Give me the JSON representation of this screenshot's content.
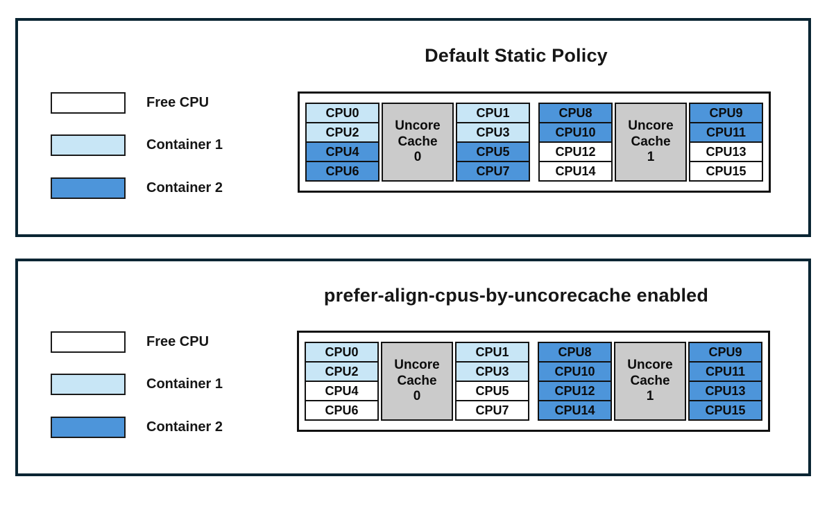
{
  "colors": {
    "free": "#FFFFFF",
    "container1": "#C8E6F6",
    "container2": "#4D95DA",
    "cache": "#CBCBCB",
    "panel_border": "#0A2533"
  },
  "legend": {
    "free": "Free CPU",
    "container1": "Container 1",
    "container2": "Container 2"
  },
  "panels": [
    {
      "title": "Default Static Policy",
      "groups": [
        {
          "cache_label": "Uncore\nCache\n0",
          "left": [
            {
              "label": "CPU0",
              "state": "container1"
            },
            {
              "label": "CPU2",
              "state": "container1"
            },
            {
              "label": "CPU4",
              "state": "container2"
            },
            {
              "label": "CPU6",
              "state": "container2"
            }
          ],
          "right": [
            {
              "label": "CPU1",
              "state": "container1"
            },
            {
              "label": "CPU3",
              "state": "container1"
            },
            {
              "label": "CPU5",
              "state": "container2"
            },
            {
              "label": "CPU7",
              "state": "container2"
            }
          ]
        },
        {
          "cache_label": "Uncore\nCache\n1",
          "left": [
            {
              "label": "CPU8",
              "state": "container2"
            },
            {
              "label": "CPU10",
              "state": "container2"
            },
            {
              "label": "CPU12",
              "state": "free"
            },
            {
              "label": "CPU14",
              "state": "free"
            }
          ],
          "right": [
            {
              "label": "CPU9",
              "state": "container2"
            },
            {
              "label": "CPU11",
              "state": "container2"
            },
            {
              "label": "CPU13",
              "state": "free"
            },
            {
              "label": "CPU15",
              "state": "free"
            }
          ]
        }
      ]
    },
    {
      "title": "prefer-align-cpus-by-uncorecache enabled",
      "groups": [
        {
          "cache_label": "Uncore\nCache\n0",
          "left": [
            {
              "label": "CPU0",
              "state": "container1"
            },
            {
              "label": "CPU2",
              "state": "container1"
            },
            {
              "label": "CPU4",
              "state": "free"
            },
            {
              "label": "CPU6",
              "state": "free"
            }
          ],
          "right": [
            {
              "label": "CPU1",
              "state": "container1"
            },
            {
              "label": "CPU3",
              "state": "container1"
            },
            {
              "label": "CPU5",
              "state": "free"
            },
            {
              "label": "CPU7",
              "state": "free"
            }
          ]
        },
        {
          "cache_label": "Uncore\nCache\n1",
          "left": [
            {
              "label": "CPU8",
              "state": "container2"
            },
            {
              "label": "CPU10",
              "state": "container2"
            },
            {
              "label": "CPU12",
              "state": "container2"
            },
            {
              "label": "CPU14",
              "state": "container2"
            }
          ],
          "right": [
            {
              "label": "CPU9",
              "state": "container2"
            },
            {
              "label": "CPU11",
              "state": "container2"
            },
            {
              "label": "CPU13",
              "state": "container2"
            },
            {
              "label": "CPU15",
              "state": "container2"
            }
          ]
        }
      ]
    }
  ]
}
